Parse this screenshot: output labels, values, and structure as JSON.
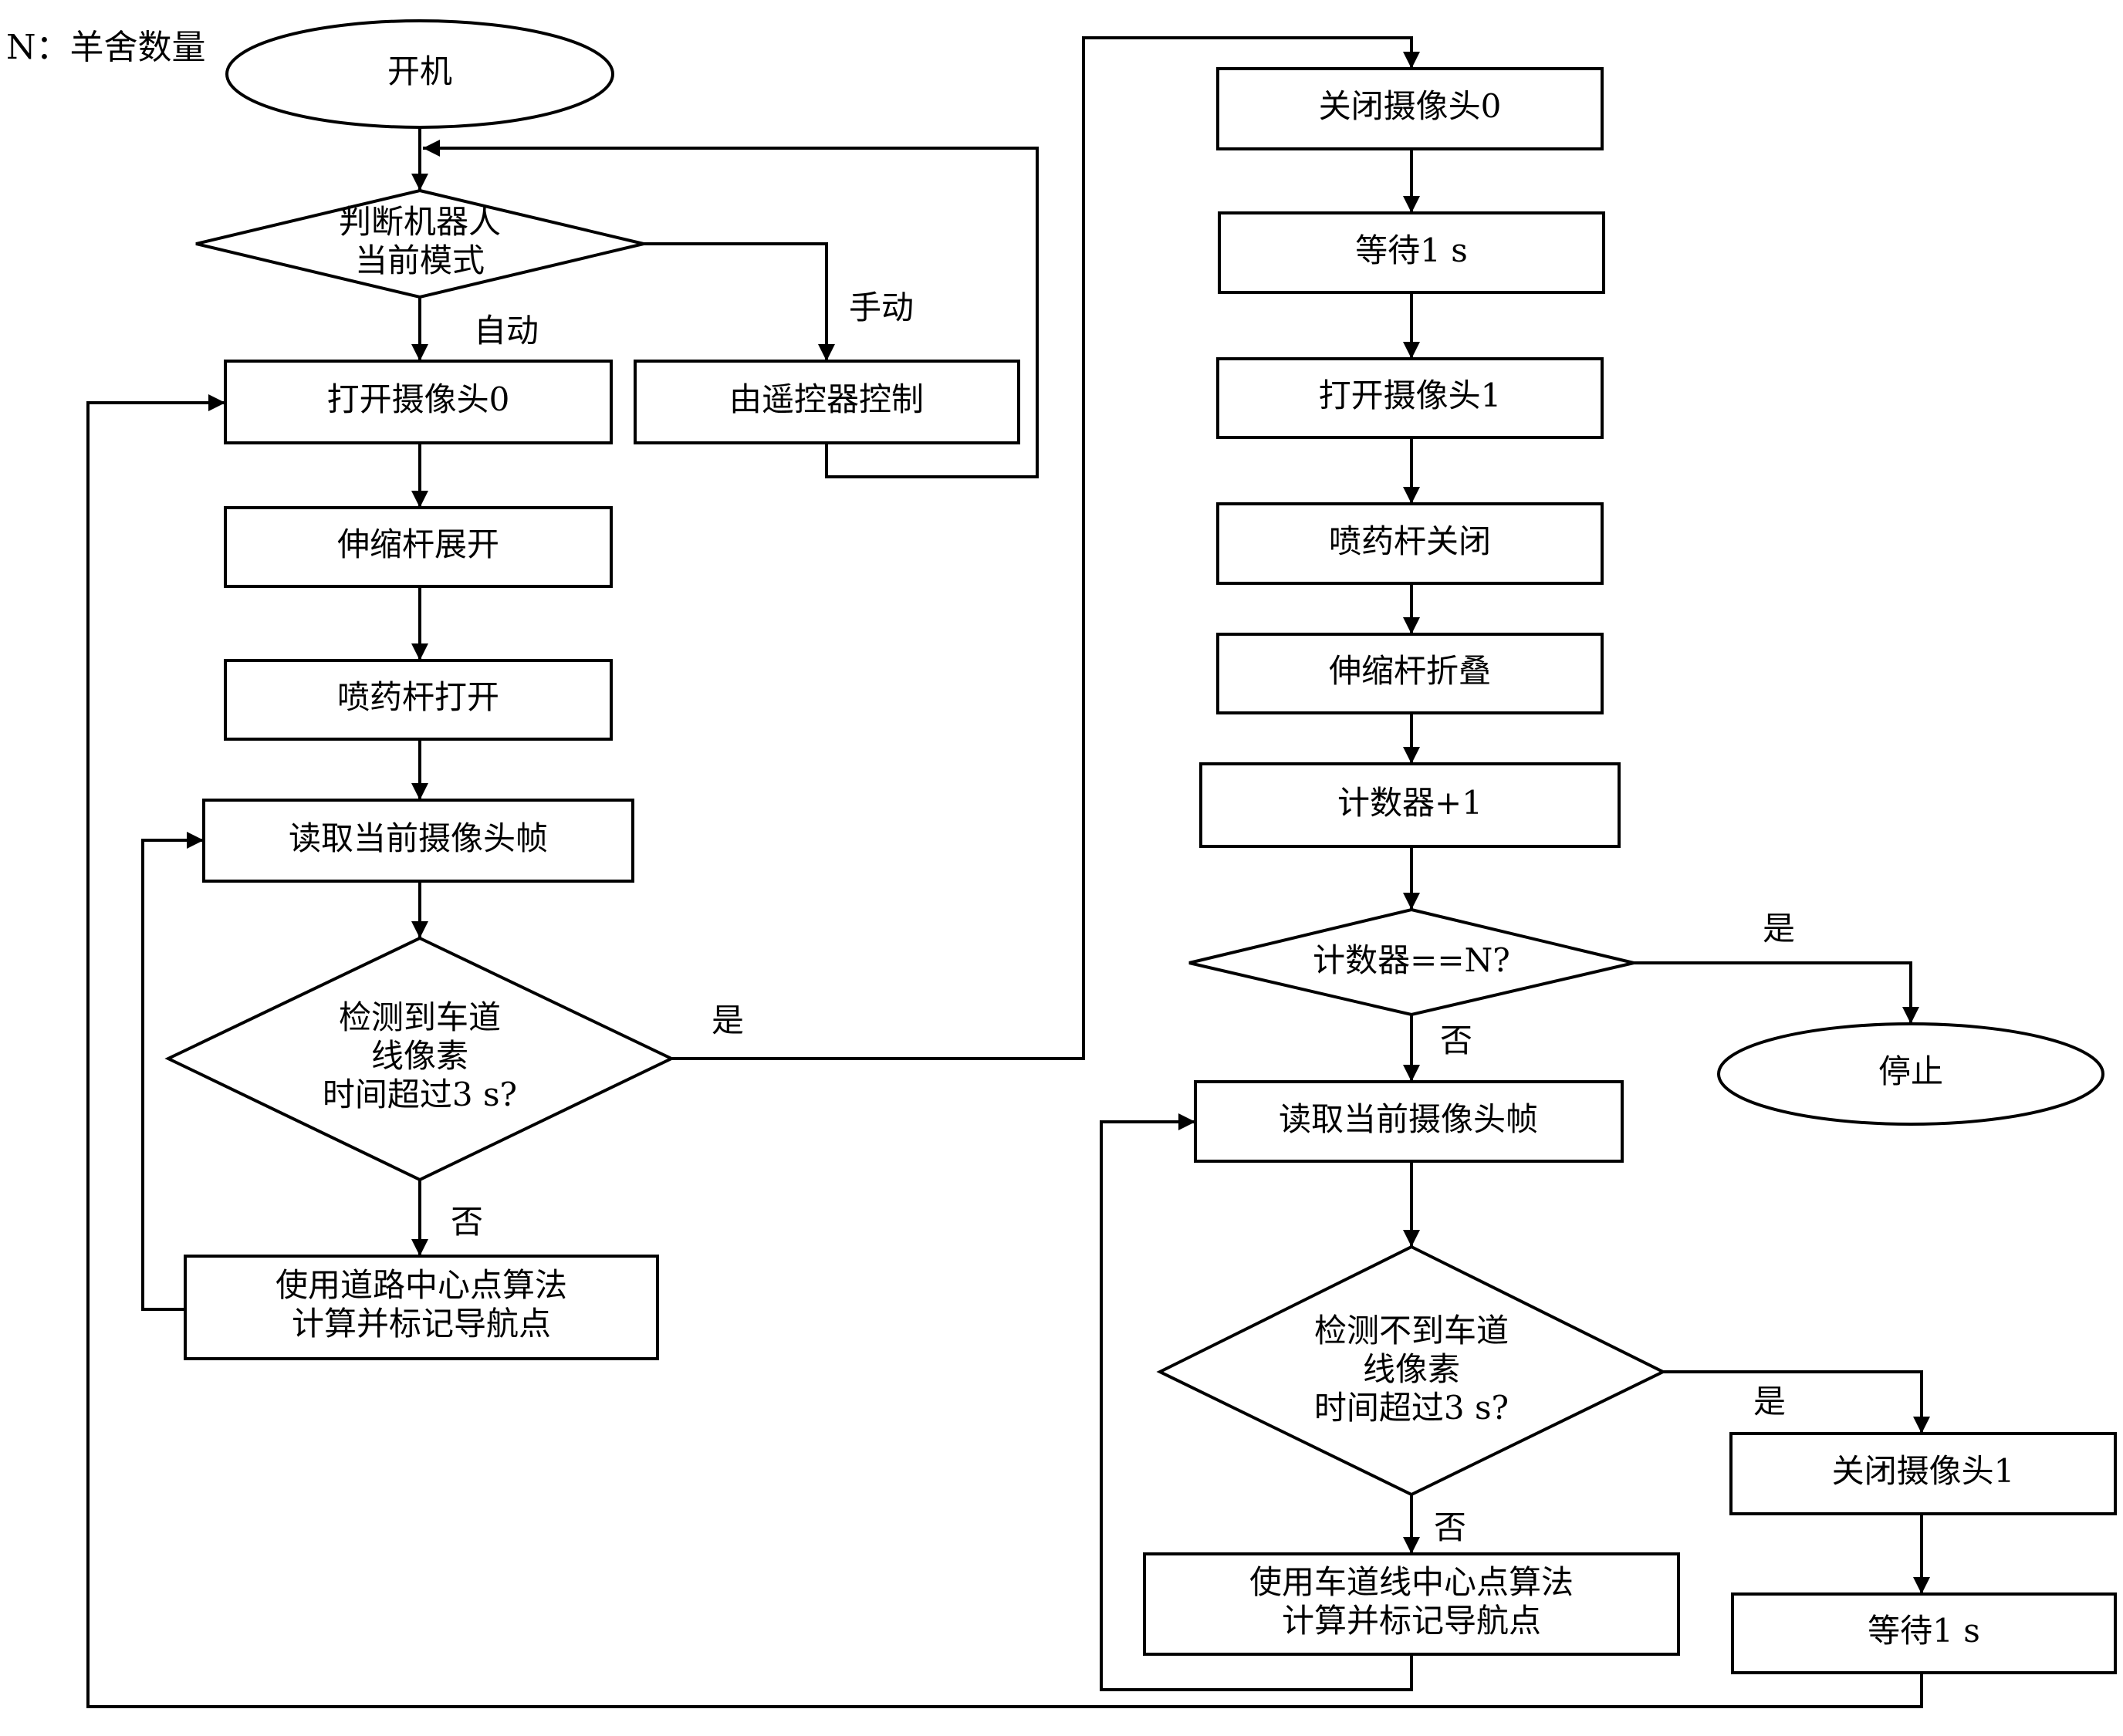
{
  "legend": "N：羊舍数量",
  "nodes": {
    "start": [
      "开机"
    ],
    "mode_check": [
      "判断机器人",
      "当前模式"
    ],
    "remote": [
      "由遥控器控制"
    ],
    "cam0_open": [
      "打开摄像头0"
    ],
    "rod_extend": [
      "伸缩杆展开"
    ],
    "spray_open": [
      "喷药杆打开"
    ],
    "read_frame_1": [
      "读取当前摄像头帧"
    ],
    "detect_lane": [
      "检测到车道",
      "线像素",
      "时间超过3 s?"
    ],
    "road_center": [
      "使用道路中心点算法",
      "计算并标记导航点"
    ],
    "cam0_close": [
      "关闭摄像头0"
    ],
    "wait_1": [
      "等待1 s"
    ],
    "cam1_open": [
      "打开摄像头1"
    ],
    "spray_close": [
      "喷药杆关闭"
    ],
    "rod_fold": [
      "伸缩杆折叠"
    ],
    "counter_inc": [
      "计数器+1"
    ],
    "counter_check": [
      "计数器==N?"
    ],
    "stop": [
      "停止"
    ],
    "read_frame_2": [
      "读取当前摄像头帧"
    ],
    "detect_no_lane": [
      "检测不到车道",
      "线像素",
      "时间超过3 s?"
    ],
    "lane_center": [
      "使用车道线中心点算法",
      "计算并标记导航点"
    ],
    "cam1_close": [
      "关闭摄像头1"
    ],
    "wait_2": [
      "等待1 s"
    ]
  },
  "edge_labels": {
    "auto": "自动",
    "manual": "手动",
    "detect_yes": "是",
    "detect_no": "否",
    "counter_yes": "是",
    "counter_no": "否",
    "no_lane_yes": "是",
    "no_lane_no": "否"
  }
}
